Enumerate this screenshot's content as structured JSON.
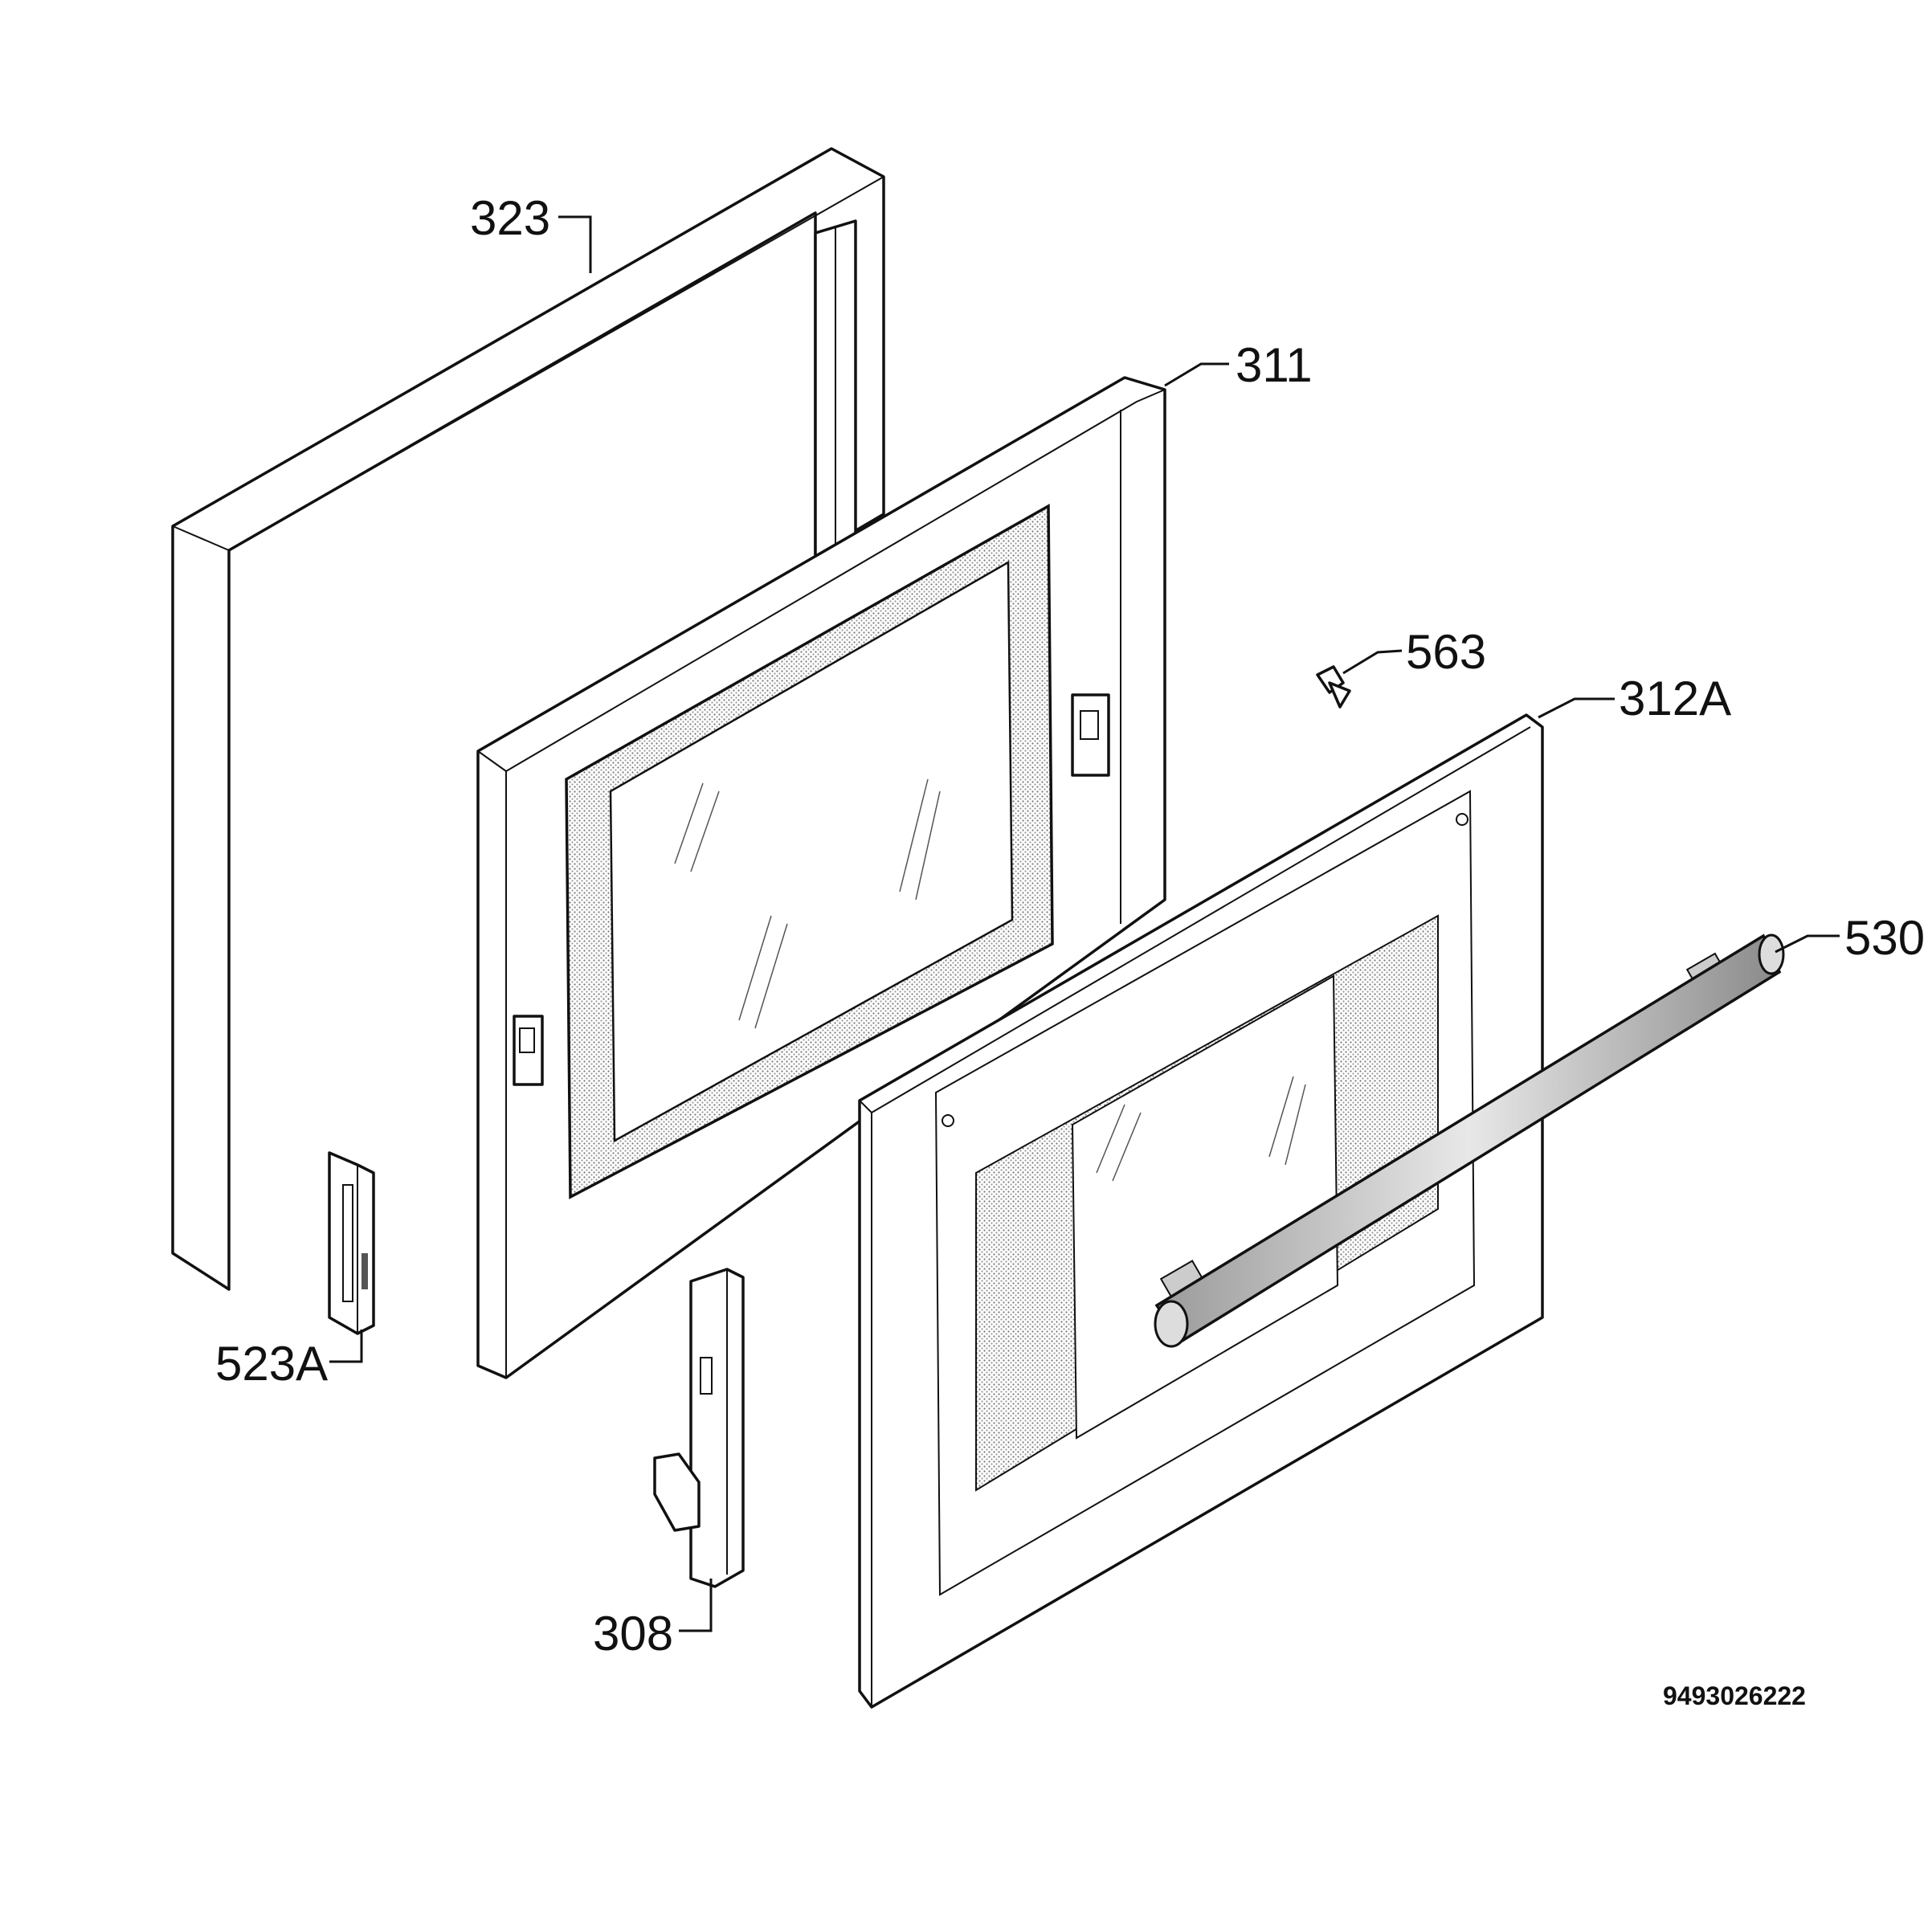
{
  "diagram": {
    "part_labels": [
      {
        "id": "323",
        "text": "323"
      },
      {
        "id": "311",
        "text": "311"
      },
      {
        "id": "563",
        "text": "563"
      },
      {
        "id": "312A",
        "text": "312A"
      },
      {
        "id": "530",
        "text": "530"
      },
      {
        "id": "523A",
        "text": "523A"
      },
      {
        "id": "308",
        "text": "308"
      }
    ],
    "drawing_number": "9493026222"
  },
  "colors": {
    "line": "#111111",
    "background": "#ffffff",
    "shading": "#b5b5b5"
  }
}
